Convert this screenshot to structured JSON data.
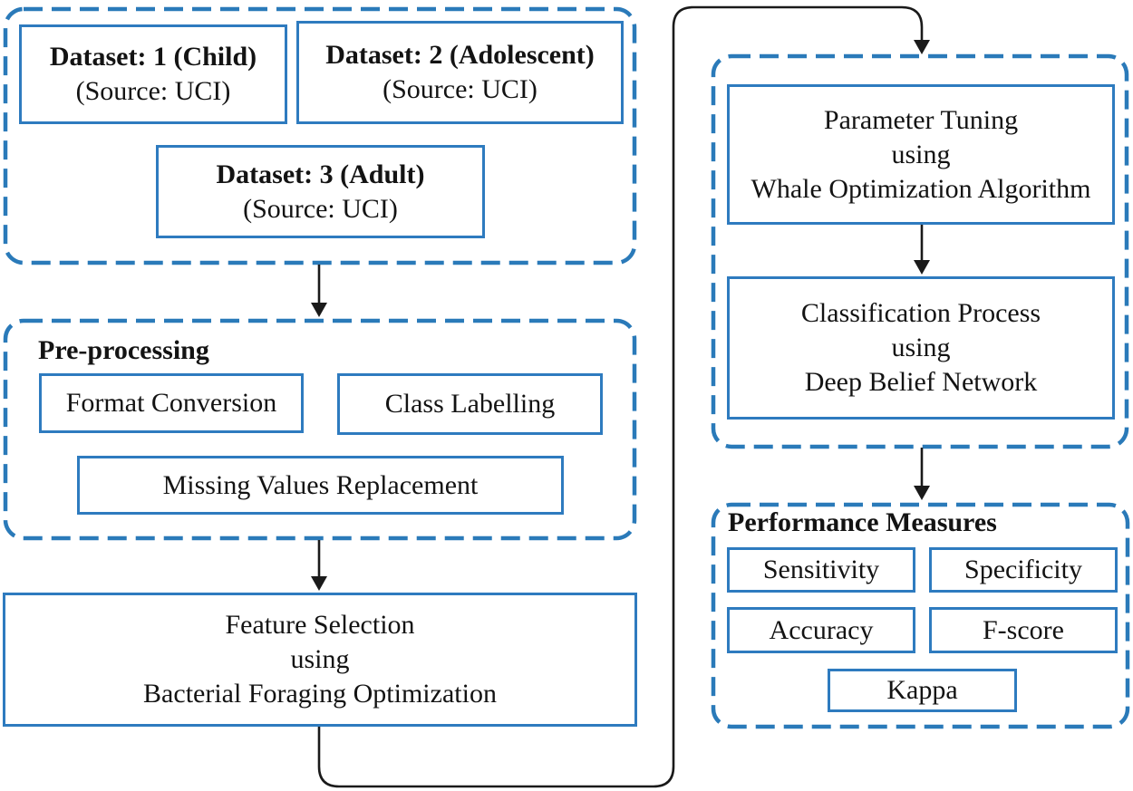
{
  "figure": {
    "datasets_group": {
      "items": [
        {
          "title": "Dataset: 1 (Child)",
          "source": "(Source: UCI)"
        },
        {
          "title": "Dataset: 2 (Adolescent)",
          "source": "(Source: UCI)"
        },
        {
          "title": "Dataset: 3 (Adult)",
          "source": "(Source: UCI)"
        }
      ]
    },
    "preprocessing_group": {
      "title": "Pre-processing",
      "steps": [
        "Format Conversion",
        "Class Labelling",
        "Missing Values Replacement"
      ]
    },
    "feature_selection": {
      "lines": [
        "Feature Selection",
        "using",
        "Bacterial Foraging Optimization"
      ]
    },
    "parameter_tuning": {
      "lines": [
        "Parameter Tuning",
        "using",
        "Whale Optimization Algorithm"
      ]
    },
    "classification": {
      "lines": [
        "Classification Process",
        "using",
        "Deep Belief Network"
      ]
    },
    "performance_group": {
      "title": "Performance Measures",
      "measures": [
        "Sensitivity",
        "Specificity",
        "Accuracy",
        "F-score",
        "Kappa"
      ]
    },
    "colors": {
      "container_border": "#2a7ab9",
      "node_border": "#2e7bbf",
      "connector": "#1a1a1a",
      "text": "#131313"
    }
  }
}
